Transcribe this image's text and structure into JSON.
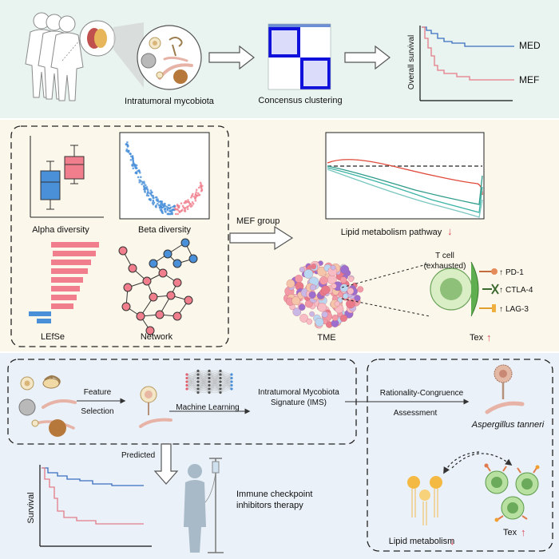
{
  "panel1": {
    "microbiota_label": "Intratumoral mycobiota",
    "clustering_label": "Concensus clustering",
    "survival_ylabel": "Overall survival",
    "med_label": "MED",
    "mef_label": "MEF",
    "colors": {
      "background": "#e9f3ef",
      "med": "#3a6fc0",
      "mef": "#e47c87",
      "cluster": "#1010dd"
    }
  },
  "panel2": {
    "alpha_label": "Alpha diversity",
    "beta_label": "Beta diversity",
    "lefse_label": "LEfSe",
    "network_label": "Network",
    "group_label": "MEF group",
    "lipid_label": "Lipid metabolism pathway",
    "tme_label": "TME",
    "tcell_label_line1": "T cell",
    "tcell_label_line2": "(exhausted)",
    "pd1_label": "PD-1",
    "ctla4_label": "CTLA-4",
    "lag3_label": "LAG-3",
    "tex_label": "Tex",
    "up_arrow": "↑",
    "down_arrow": "↓",
    "colors": {
      "background": "#fbf7ea",
      "blue": "#4a90d9",
      "red": "#f07e8c",
      "teal": "#3ab3a5",
      "green": "#5a8a3a",
      "orange": "#f0a030"
    }
  },
  "panel3": {
    "feature_selection_line1": "Feature",
    "feature_selection_line2": "Selection",
    "machine_learning_label": "Machine Learning",
    "ims_line1": "Intratumoral Mycobiota",
    "ims_line2": "Signature (IMS)",
    "rationality_line1": "Rationality-Congruence",
    "rationality_line2": "Assessment",
    "species_label": "Aspergillus tanneri",
    "predicted_label": "Predicted",
    "survival_label": "Survival",
    "immune_line1": "Immune checkpoint",
    "immune_line2": "inhibitors therapy",
    "lipid_metabolism_label": "Lipid metabolism",
    "tex_label": "Tex",
    "up_arrow": "↑",
    "down_arrow": "↓",
    "colors": {
      "background": "#eaf1f8"
    }
  }
}
